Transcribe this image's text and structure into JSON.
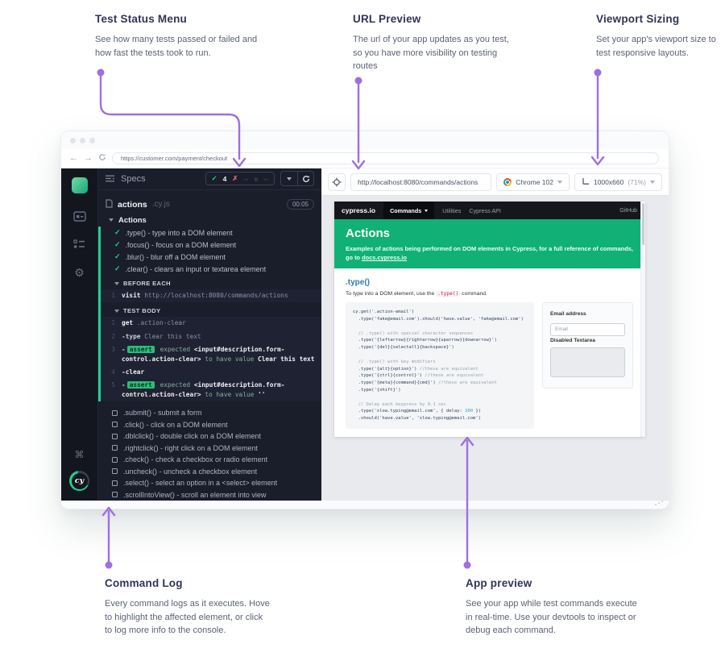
{
  "colors": {
    "purple": "#9d6fe3",
    "green": "#1ed18f",
    "hero_green": "#10b076"
  },
  "icons": {
    "check": "✓",
    "cross": "✗",
    "circle": "○",
    "back": "←",
    "forward": "→",
    "command": "⌘",
    "gear": "⚙"
  },
  "annotations": {
    "test_status": {
      "title": "Test  Status Menu",
      "body": "See how many tests passed or failed and how fast the tests took to run."
    },
    "url_preview": {
      "title": "URL Preview",
      "body": "The url of your app updates as you test, so you have more visibility on testing routes"
    },
    "viewport": {
      "title": "Viewport Sizing",
      "body": "Set your app's viewport size to test responsive layouts."
    },
    "command_log": {
      "title": "Command Log",
      "body": "Every command logs as it executes. Hove to highlight the affected element, or click to log more info to the console."
    },
    "app_preview": {
      "title": "App preview",
      "body": "See your app while test commands execute in real-time. Use your devtools to inspect or debug each command."
    }
  },
  "browser": {
    "url": "https://customer.com/payment/checkout"
  },
  "runner": {
    "specs_title": "Specs",
    "stats": {
      "passed": "4",
      "failed": "--",
      "pending": "--"
    },
    "spec": {
      "name": "actions",
      "ext": ".cy.js",
      "time": "00:05"
    },
    "suite": "Actions",
    "tests": [
      {
        "label": ".type() - type into a DOM element"
      },
      {
        "label": ".focus() - focus on a DOM element"
      },
      {
        "label": ".blur() - blur off a DOM element"
      },
      {
        "label": ".clear() - clears an input or textarea element"
      }
    ],
    "before_each": {
      "label": "BEFORE EACH",
      "num": "1",
      "cmd": "visit",
      "arg": "http://localhost:8080/commands/actions"
    },
    "test_body": {
      "label": "TEST BODY",
      "rows": [
        {
          "num": "1",
          "cmd": "get",
          "arg": ".action-clear"
        },
        {
          "num": "2",
          "cmd": "-type",
          "arg": "Clear this text"
        },
        {
          "num": "3",
          "dash": "-",
          "badge": "assert",
          "t1": "expected",
          "el": "<input#description.form-",
          "el2": "control.action-clear>",
          "t2": "to have value",
          "val": "Clear this text"
        },
        {
          "num": "4",
          "cmd": "-clear",
          "arg": ""
        },
        {
          "num": "5",
          "dash": "-",
          "badge": "assert",
          "t1": "expected",
          "el": "<input#description.form-",
          "el2": "control.action-clear>",
          "t2": "to have value",
          "val": "''"
        }
      ]
    },
    "pending": [
      ".submit() - submit a form",
      ".click() - click on a DOM element",
      ".dblclick() - double click on a DOM element",
      ".rightclick() - right click on a DOM element",
      ".check() - check a checkbox or radio element",
      ".uncheck() - uncheck a checkbox element",
      ".select() - select an option in a <select> element",
      ".scrollIntoView() - scroll an element into view"
    ]
  },
  "app_header": {
    "url": "http://localhost:8080/commands/actions",
    "browser": "Chrome 102",
    "viewport": "1000x660",
    "zoom": "(71%)"
  },
  "app": {
    "nav": {
      "brand": "cypress.io",
      "item1": "Commands",
      "item2": "Utilities",
      "item3": "Cypress API",
      "right": "GitHub"
    },
    "hero": {
      "title": "Actions",
      "desc": "Examples of actions being performed on DOM elements in Cypress, for a full reference of commands, go to ",
      "link": "docs.cypress.io"
    },
    "section": {
      "title": ".type()",
      "para1": "To type into a DOM element, use the ",
      "code": ".type()",
      "para2": " command."
    },
    "code": [
      {
        "c": "cy.get('.action-email')"
      },
      {
        "c": "  .type('fake@email.com').should('have.value', 'fake@email.com')"
      },
      {},
      {
        "m": "  // .type() with special character sequences"
      },
      {
        "c": "  .type('{leftarrow}{rightarrow}{uparrow}{downarrow}')"
      },
      {
        "c": "  .type('{del}{selectall}{backspace}')"
      },
      {},
      {
        "m": "  // .type() with key modifiers"
      },
      {
        "c": "  .type('{alt}{option}') ",
        "m": "//these are equivalent"
      },
      {
        "c": "  .type('{ctrl}{control}') ",
        "m": "//these are equivalent"
      },
      {
        "c": "  .type('{meta}{command}{cmd}') ",
        "m": "//these are equivalent"
      },
      {
        "c": "  .type('{shift}')"
      },
      {},
      {
        "m": "  // Delay each keypress by 0.1 sec"
      },
      {
        "c": "  .type('slow.typing@email.com', { delay: ",
        "n": "100",
        "c2": " })"
      },
      {
        "c": "  .should('have.value', 'slow.typing@email.com')"
      }
    ],
    "form": {
      "label1": "Email address",
      "placeholder": "Email",
      "label2": "Disabled Textarea"
    }
  }
}
